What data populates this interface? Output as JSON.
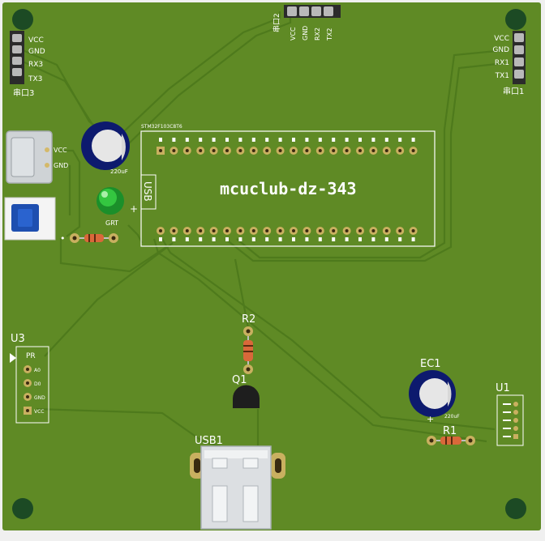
{
  "board": {
    "title": "mcuclub-dz-343",
    "colors": {
      "board": "#5f8a25",
      "trace": "#4e7a1c",
      "silk": "#ffffff",
      "pad": "#c9b060",
      "hole": "#3a2a10",
      "mount": "#1c4a24"
    }
  },
  "components": {
    "serial3": {
      "name": "串口3",
      "pins": [
        "VCC",
        "GND",
        "RX3",
        "TX3"
      ]
    },
    "serial2": {
      "name": "串口2",
      "pins": [
        "VCC",
        "GND",
        "RX2",
        "TX2"
      ]
    },
    "serial1": {
      "name": "串口1",
      "pins": [
        "VCC",
        "GND",
        "RX1",
        "TX1"
      ]
    },
    "typec": {
      "pins": [
        "VCC",
        "GND"
      ]
    },
    "cap_top": {
      "value": "220uF"
    },
    "led": {
      "label": "GRT"
    },
    "mcu": {
      "header_label": "STM32F103C8T6",
      "usb_label": "USB",
      "plus_label": "+",
      "dot_label": "•"
    },
    "u3": {
      "name": "U3",
      "title": "PR",
      "pins": [
        "A0",
        "D0",
        "GND",
        "VCC"
      ]
    },
    "r2": {
      "name": "R2"
    },
    "q1": {
      "name": "Q1"
    },
    "usb1": {
      "name": "USB1"
    },
    "ec1": {
      "name": "EC1",
      "value": "220uF",
      "plus": "+"
    },
    "r1": {
      "name": "R1"
    },
    "u1": {
      "name": "U1"
    }
  }
}
